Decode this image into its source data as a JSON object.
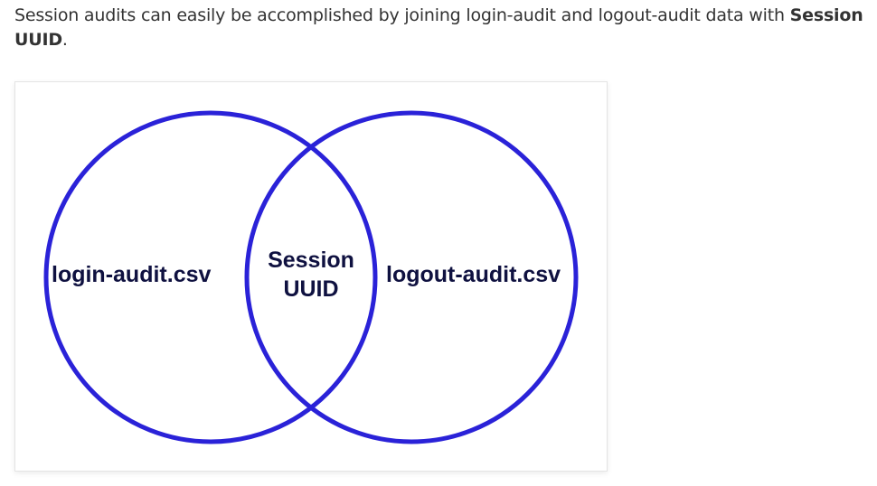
{
  "intro": {
    "text_before": "Session audits can easily be accomplished by joining login-audit and logout-audit data with ",
    "bold_term": "Session UUID",
    "text_after": "."
  },
  "diagram": {
    "circle_color": "#2a22d8",
    "label_color": "#0f1140",
    "left_set": {
      "label": "login-audit.csv"
    },
    "right_set": {
      "label": "logout-audit.csv"
    },
    "intersection": {
      "line1": "Session",
      "line2": "UUID"
    }
  }
}
